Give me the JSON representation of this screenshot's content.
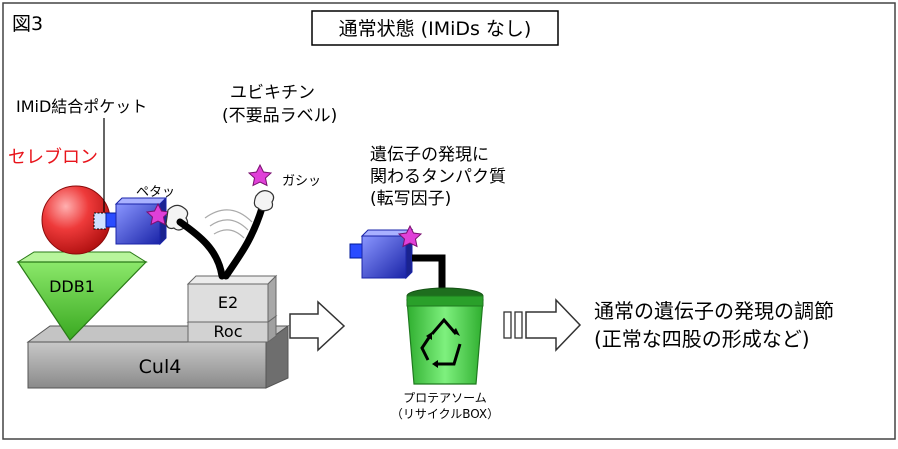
{
  "figure_label": "図3",
  "title": "通常状態 (IMiDs なし)",
  "labels": {
    "pocket": "IMiD結合ポケット",
    "cereblon": "セレブロン",
    "ubiquitin_line1": "ユビキチン",
    "ubiquitin_line2": "(不要品ラベル)",
    "petta": "ペタッ",
    "gashi": "ガシッ",
    "target_line1": "遺伝子の発現に",
    "target_line2": "関わるタンパク質",
    "target_line3": "(転写因子)",
    "ddb1": "DDB1",
    "e2": "E2",
    "roc": "Roc",
    "cul4": "Cul4",
    "proteasome_line1": "プロテアソーム",
    "proteasome_line2": "（リサイクルBOX）",
    "result_line1": "通常の遺伝子の発現の調節",
    "result_line2": "(正常な四股の形成など)"
  },
  "colors": {
    "cereblon_text": "#e8141b",
    "sphere": "#e8242a",
    "ddb1": "#5fcf3a",
    "blue_box": "#2233cc",
    "star": "#e040d8",
    "cul4": "#9a9a9a",
    "proteasome": "#3ec13e"
  }
}
